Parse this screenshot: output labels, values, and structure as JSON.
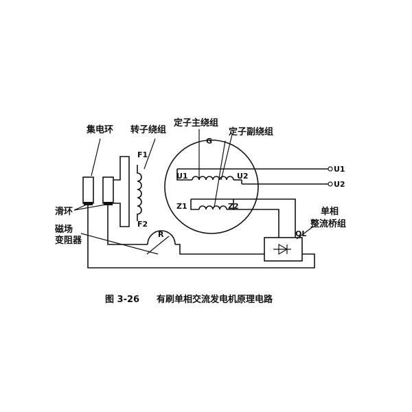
{
  "labels": {
    "collector_ring": "集电环",
    "rotor_winding": "转子绕组",
    "stator_main": "定子主绕组",
    "stator_aux": "定子副绕组",
    "g": "G",
    "f1": "F1",
    "f2": "F2",
    "u1_inner": "U1",
    "u2_inner": "U2",
    "z1": "Z1",
    "z2": "Z2",
    "u1_out": "U1",
    "u2_out": "U2",
    "slip_ring": "滑环",
    "field_rheo_1": "磁场",
    "field_rheo_2": "变阻器",
    "r": "R",
    "ql": "QL",
    "bridge_1": "单相",
    "bridge_2": "整流桥组"
  },
  "caption": {
    "number": "图 3-26",
    "title": "有刷单相交流发电机原理电路"
  }
}
